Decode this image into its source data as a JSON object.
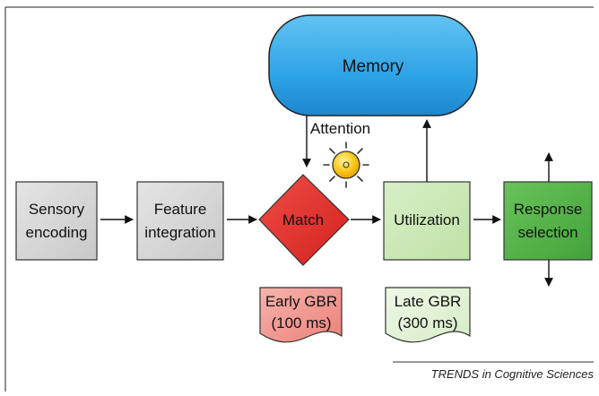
{
  "diagram": {
    "memory": {
      "label": "Memory"
    },
    "attention": {
      "label": "Attention"
    },
    "sensory_encoding": {
      "line1": "Sensory",
      "line2": "encoding"
    },
    "feature_integration": {
      "line1": "Feature",
      "line2": "integration"
    },
    "match": {
      "label": "Match"
    },
    "utilization": {
      "label": "Utilization"
    },
    "response_selection": {
      "line1": "Response",
      "line2": "selection"
    },
    "early_gbr": {
      "line1": "Early GBR",
      "line2": "(100 ms)"
    },
    "late_gbr": {
      "line1": "Late GBR",
      "line2": "(300 ms)"
    }
  },
  "footer": {
    "source": "TRENDS in Cognitive Sciences"
  },
  "colors": {
    "memory_fill": "#2ea3e6",
    "gray_box": "#d9d9d9",
    "match_red": "#e8302f",
    "light_green": "#cce8b8",
    "dark_green": "#56b548",
    "early_note": "#f29a94",
    "late_note": "#e3f2d7",
    "attention_sun": "#f7c20f"
  }
}
